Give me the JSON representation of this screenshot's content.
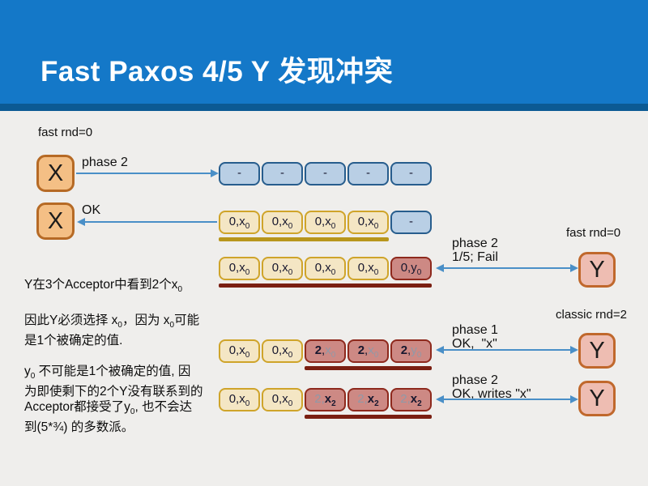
{
  "title": "Fast Paxos 4/5 Y 发现冲突",
  "colors": {
    "slide_bg": "#efeeec",
    "banner_bg": "#1478c8",
    "banner_border": "#0b5a94",
    "arrow": "#4a8fc7",
    "cell_blue_bg": "#b9cfe5",
    "cell_blue_border": "#275d8d",
    "cell_yellow_bg": "#f4e6c4",
    "cell_yellow_border": "#cfa42a",
    "cell_red_bg": "#cd8984",
    "cell_red_border": "#8e291d",
    "node_x_bg": "#f4bf85",
    "node_x_border": "#b66a25",
    "node_y_bg": "#eebdb2",
    "node_y_border": "#c0682c",
    "underline_gold": "#b8961c",
    "underline_red": "#7a1f12",
    "muted_text": "#9099a8"
  },
  "labels": {
    "fast_rnd_left": "fast rnd=0",
    "fast_rnd_right": "fast rnd=0",
    "classic_rnd_right": "classic rnd=2",
    "arrow1": "phase 2",
    "arrow2": "OK",
    "arrow3_line1": "phase 2",
    "arrow3_line2": "1/5; Fail",
    "arrow4_line1": "phase 1",
    "arrow4_line2": "OK,  \"x\"",
    "arrow5_line1": "phase 2",
    "arrow5_line2": "OK, writes \"x\""
  },
  "nodes": {
    "proposer_x1": "X",
    "proposer_x2": "X",
    "proposer_y1": "Y",
    "proposer_y2": "Y",
    "proposer_y3": "Y"
  },
  "rows": [
    {
      "name": "fast-round-proposals",
      "cells": [
        {
          "bg": "blue",
          "segs": [
            {
              "t": "-"
            }
          ]
        },
        {
          "bg": "blue",
          "segs": [
            {
              "t": "-"
            }
          ]
        },
        {
          "bg": "blue",
          "segs": [
            {
              "t": "-"
            }
          ]
        },
        {
          "bg": "blue",
          "segs": [
            {
              "t": "-"
            }
          ]
        },
        {
          "bg": "blue",
          "segs": [
            {
              "t": "-"
            }
          ]
        }
      ]
    },
    {
      "name": "fast-round-accepted-x0",
      "underline": {
        "color": "gold",
        "from": 0,
        "to": 3
      },
      "cells": [
        {
          "bg": "yellow",
          "segs": [
            {
              "t": "0,x"
            },
            {
              "t": "0",
              "sub": true
            }
          ]
        },
        {
          "bg": "yellow",
          "segs": [
            {
              "t": "0,x"
            },
            {
              "t": "0",
              "sub": true
            }
          ]
        },
        {
          "bg": "yellow",
          "segs": [
            {
              "t": "0,x"
            },
            {
              "t": "0",
              "sub": true
            }
          ]
        },
        {
          "bg": "yellow",
          "segs": [
            {
              "t": "0,x"
            },
            {
              "t": "0",
              "sub": true
            }
          ]
        },
        {
          "bg": "blue",
          "segs": [
            {
              "t": "-"
            }
          ]
        }
      ]
    },
    {
      "name": "fast-round-conflict-y0",
      "underline": {
        "color": "red",
        "from": 0,
        "to": 4
      },
      "cells": [
        {
          "bg": "yellow",
          "segs": [
            {
              "t": "0,x"
            },
            {
              "t": "0",
              "sub": true
            }
          ]
        },
        {
          "bg": "yellow",
          "segs": [
            {
              "t": "0,x"
            },
            {
              "t": "0",
              "sub": true
            }
          ]
        },
        {
          "bg": "yellow",
          "segs": [
            {
              "t": "0,x"
            },
            {
              "t": "0",
              "sub": true
            }
          ]
        },
        {
          "bg": "yellow",
          "segs": [
            {
              "t": "0,x"
            },
            {
              "t": "0",
              "sub": true
            }
          ]
        },
        {
          "bg": "red",
          "segs": [
            {
              "t": "0,y"
            },
            {
              "t": "0",
              "sub": true
            }
          ]
        }
      ]
    },
    {
      "name": "classic-round-phase1",
      "underline": {
        "color": "red",
        "from": 2,
        "to": 4
      },
      "cells": [
        {
          "bg": "yellow",
          "segs": [
            {
              "t": "0,x"
            },
            {
              "t": "0",
              "sub": true
            }
          ]
        },
        {
          "bg": "yellow",
          "segs": [
            {
              "t": "0,x"
            },
            {
              "t": "0",
              "sub": true
            }
          ]
        },
        {
          "bg": "red",
          "segs": [
            {
              "t": "2",
              "b": true
            },
            {
              "t": ","
            },
            {
              "t": "x",
              "gray": true
            },
            {
              "t": "0",
              "sub": true,
              "gray": true
            }
          ]
        },
        {
          "bg": "red",
          "segs": [
            {
              "t": "2",
              "b": true
            },
            {
              "t": ","
            },
            {
              "t": "x",
              "gray": true
            },
            {
              "t": "0",
              "sub": true,
              "gray": true
            }
          ]
        },
        {
          "bg": "red",
          "segs": [
            {
              "t": "2",
              "b": true
            },
            {
              "t": ","
            },
            {
              "t": "y",
              "gray": true
            },
            {
              "t": "0",
              "sub": true,
              "gray": true
            }
          ]
        }
      ]
    },
    {
      "name": "classic-round-phase2",
      "underline": {
        "color": "red",
        "from": 2,
        "to": 4
      },
      "cells": [
        {
          "bg": "yellow",
          "segs": [
            {
              "t": "0,x"
            },
            {
              "t": "0",
              "sub": true
            }
          ]
        },
        {
          "bg": "yellow",
          "segs": [
            {
              "t": "0,x"
            },
            {
              "t": "0",
              "sub": true
            }
          ]
        },
        {
          "bg": "red",
          "segs": [
            {
              "t": "2,",
              "gray": true
            },
            {
              "t": "x",
              "b": true
            },
            {
              "t": "2",
              "sub": true,
              "b": true
            }
          ]
        },
        {
          "bg": "red",
          "segs": [
            {
              "t": "2,",
              "gray": true
            },
            {
              "t": "x",
              "b": true
            },
            {
              "t": "2",
              "sub": true,
              "b": true
            }
          ]
        },
        {
          "bg": "red",
          "segs": [
            {
              "t": "2,",
              "gray": true
            },
            {
              "t": "x",
              "b": true
            },
            {
              "t": "2",
              "sub": true,
              "b": true
            }
          ]
        }
      ]
    }
  ],
  "explanation": {
    "paragraphs": [
      {
        "lines": [
          [
            {
              "t": "Y在3个Acceptor中看到2个x"
            },
            {
              "t": "0",
              "sub": true
            }
          ]
        ]
      },
      {
        "lines": [
          [
            {
              "t": "因此Y必须选择 x"
            },
            {
              "t": "0",
              "sub": true
            },
            {
              "t": "，因为 x"
            },
            {
              "t": "0",
              "sub": true
            },
            {
              "t": "可能"
            }
          ],
          [
            {
              "t": "是1个被确定的值."
            }
          ]
        ]
      },
      {
        "lines": [
          [
            {
              "t": "y"
            },
            {
              "t": "0",
              "sub": true
            },
            {
              "t": " 不可能是1个被确定的值, 因"
            }
          ],
          [
            {
              "t": "为即使剩下的2个Y没有联系到的"
            }
          ],
          [
            {
              "t": "Acceptor都接受了y"
            },
            {
              "t": "0",
              "sub": true
            },
            {
              "t": ", 也不会达"
            }
          ],
          [
            {
              "t": "到(5*¾) 的多数派。"
            }
          ]
        ]
      }
    ]
  }
}
